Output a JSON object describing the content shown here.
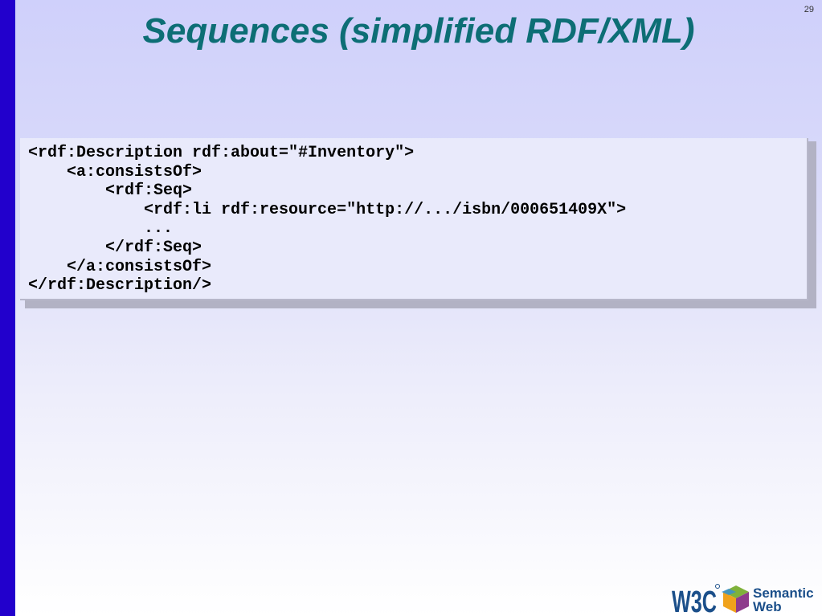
{
  "slide": {
    "title": "Sequences (simplified RDF/XML)",
    "number": "29"
  },
  "code": {
    "lines": [
      "<rdf:Description rdf:about=\"#Inventory\">",
      "    <a:consistsOf>",
      "        <rdf:Seq>",
      "            <rdf:li rdf:resource=\"http://.../isbn/000651409X\">",
      "            ...",
      "        </rdf:Seq>",
      "    </a:consistsOf>",
      "</rdf:Description/>"
    ]
  },
  "logo": {
    "w3c": "W3C",
    "word1": "Semantic",
    "word2": "Web"
  },
  "colors": {
    "left_bar": "#2200cc",
    "title": "#0d6e75",
    "code_box": "#e9eafb",
    "logo_text": "#1b4f8a"
  }
}
